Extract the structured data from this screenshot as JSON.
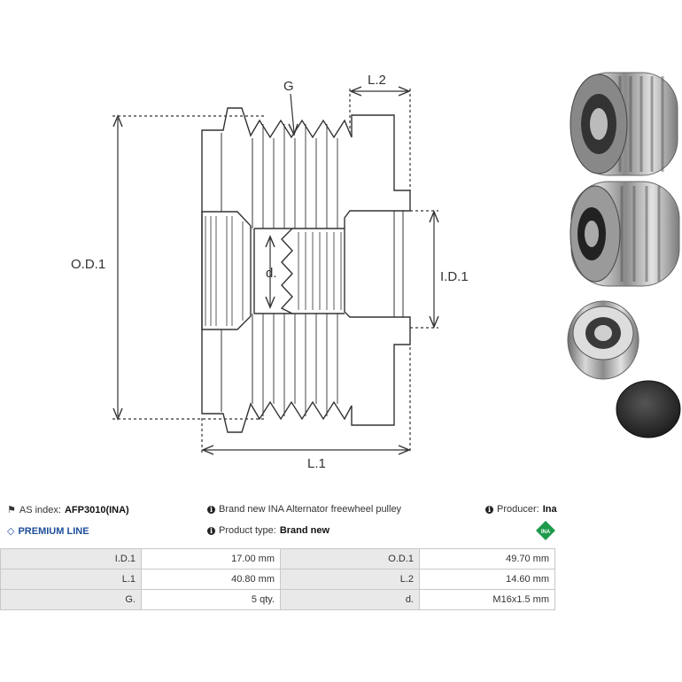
{
  "drawing_labels": {
    "g": "G",
    "l2": "L.2",
    "od1": "O.D.1",
    "id1": "I.D.1",
    "d": "d.",
    "l1": "L.1"
  },
  "info": {
    "as_index_label": "AS index:",
    "as_index_value": "AFP3010(INA)",
    "premium_line": "PREMIUM LINE",
    "description": "Brand new INA Alternator freewheel pulley",
    "product_type_label": "Product type:",
    "product_type_value": "Brand new",
    "producer_label": "Producer:",
    "producer_value": "Ina",
    "logo_text": "INA"
  },
  "specs": [
    {
      "label1": "I.D.1",
      "value1": "17.00 mm",
      "label2": "O.D.1",
      "value2": "49.70 mm"
    },
    {
      "label1": "L.1",
      "value1": "40.80 mm",
      "label2": "L.2",
      "value2": "14.60 mm"
    },
    {
      "label1": "G.",
      "value1": "5 qty.",
      "label2": "d.",
      "value2": "M16x1.5 mm"
    }
  ],
  "colors": {
    "line": "#333333",
    "premium": "#1d4e9a",
    "ina_green": "#1e9a4b",
    "table_label_bg": "#e9e9e9"
  }
}
